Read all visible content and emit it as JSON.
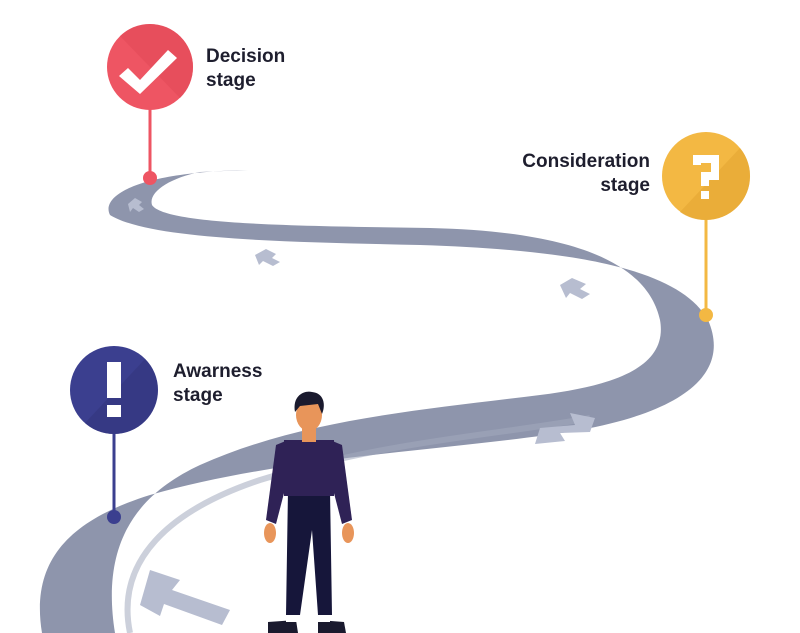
{
  "stages": {
    "decision": {
      "line1": "Decision",
      "line2": "stage",
      "color": "#ee5563",
      "icon": "checkmark-icon"
    },
    "consideration": {
      "line1": "Consideration",
      "line2": "stage",
      "color": "#f3b843",
      "icon": "question-mark-icon"
    },
    "awareness": {
      "line1": "Awarness",
      "line2": "stage",
      "color": "#3b3f8f",
      "icon": "exclamation-icon"
    }
  },
  "colors": {
    "road": "#8e95ac",
    "road_edge": "#a3aabd",
    "arrow": "#b4bace",
    "person_shirt": "#2f2256",
    "person_pants": "#16163a",
    "person_skin": "#e8955a",
    "person_hair": "#1a1a2e"
  }
}
